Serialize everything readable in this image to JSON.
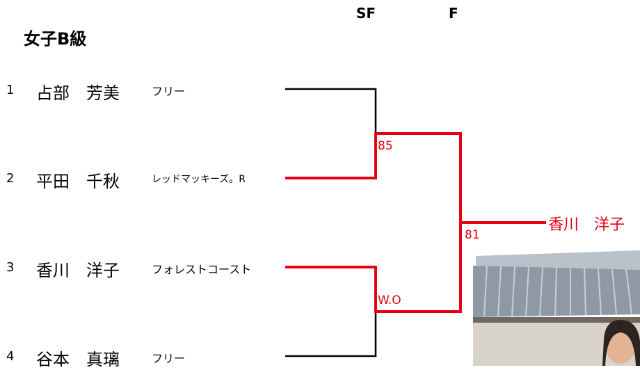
{
  "title": "女子B級",
  "rounds": {
    "sf": "SF",
    "final": "F"
  },
  "players": [
    {
      "seed": "1",
      "name": "占部　芳美",
      "club": "フリー"
    },
    {
      "seed": "2",
      "name": "平田　千秋",
      "club": "レッドマッキーズ。R"
    },
    {
      "seed": "3",
      "name": "香川　洋子",
      "club": "フォレストコースト"
    },
    {
      "seed": "4",
      "name": "谷本　真璃",
      "club": "フリー"
    }
  ],
  "scores": {
    "sf1": "85",
    "sf2": "W.O",
    "final": "81"
  },
  "winner": "香川　洋子",
  "colors": {
    "win_line": "#e60012",
    "line": "#000000"
  }
}
